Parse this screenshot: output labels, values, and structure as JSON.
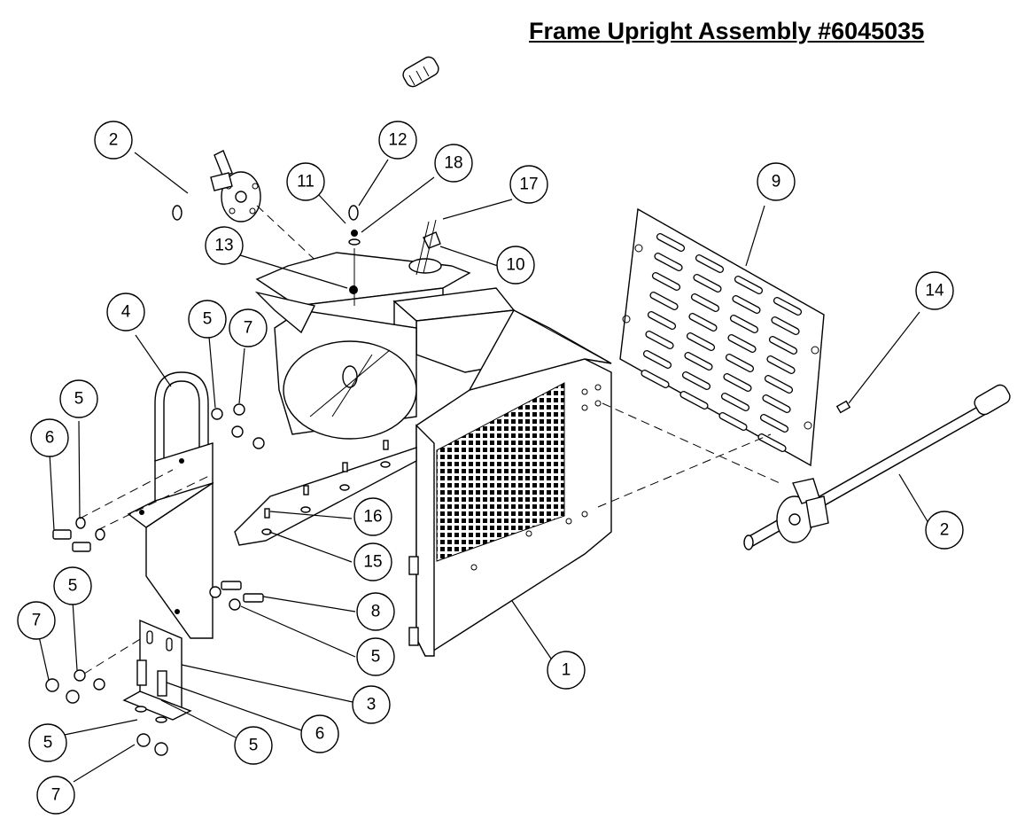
{
  "title": "Frame Upright Assembly #6045035",
  "callouts": [
    {
      "label": "2"
    },
    {
      "label": "12"
    },
    {
      "label": "18"
    },
    {
      "label": "11"
    },
    {
      "label": "17"
    },
    {
      "label": "9"
    },
    {
      "label": "13"
    },
    {
      "label": "10"
    },
    {
      "label": "4"
    },
    {
      "label": "5"
    },
    {
      "label": "7"
    },
    {
      "label": "14"
    },
    {
      "label": "5"
    },
    {
      "label": "6"
    },
    {
      "label": "16"
    },
    {
      "label": "15"
    },
    {
      "label": "2"
    },
    {
      "label": "5"
    },
    {
      "label": "8"
    },
    {
      "label": "7"
    },
    {
      "label": "5"
    },
    {
      "label": "1"
    },
    {
      "label": "3"
    },
    {
      "label": "6"
    },
    {
      "label": "5"
    },
    {
      "label": "5"
    },
    {
      "label": "7"
    }
  ]
}
